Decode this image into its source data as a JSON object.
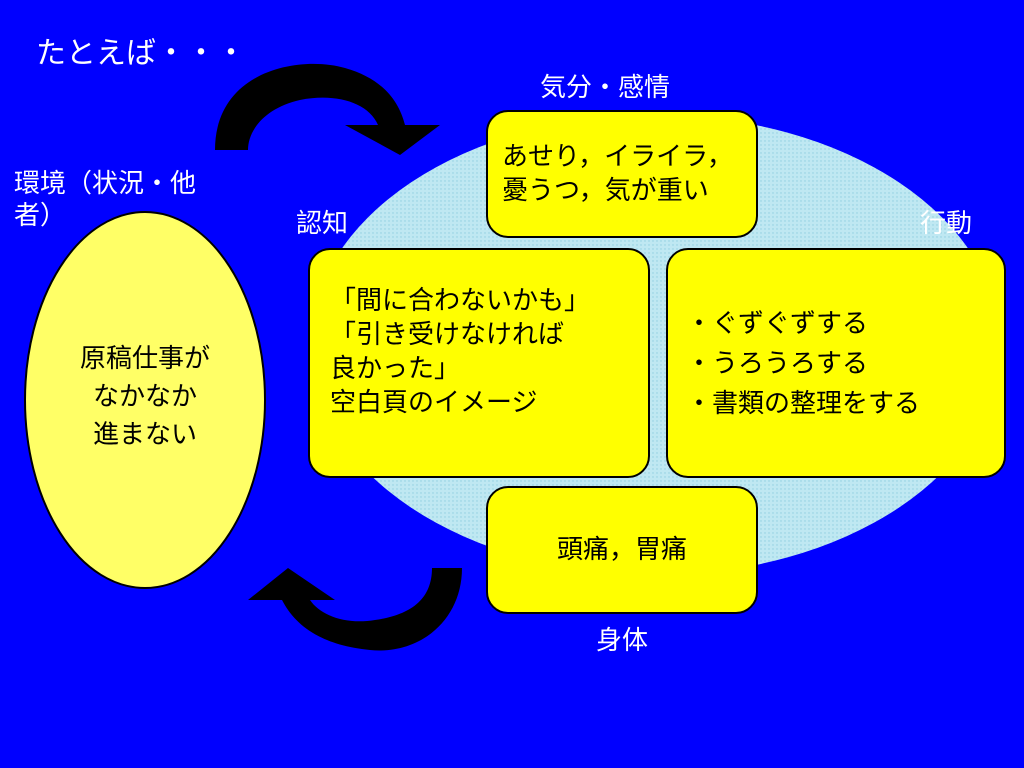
{
  "slide": {
    "title": "たとえば・・・",
    "environment_label": "環境（状況・他\n者）",
    "environment_text": "原稿仕事が\nなかなか\n進まない",
    "labels": {
      "mood": "気分・感情",
      "cognition": "認知",
      "behavior": "行動",
      "body": "身体"
    },
    "boxes": {
      "mood": "あせり，イライラ，\n憂うつ，気が重い",
      "cognition": "「間に合わないかも」\n「引き受けなければ\n良かった」\n空白頁のイメージ",
      "behavior": "・ぐずぐずする\n・うろうろする\n・書類の整理をする",
      "body": "頭痛，胃痛"
    }
  },
  "colors": {
    "background": "#0000ff",
    "box_fill": "#ffff00",
    "big_ellipse": "#bfe8f0",
    "arrow": "#000000"
  }
}
